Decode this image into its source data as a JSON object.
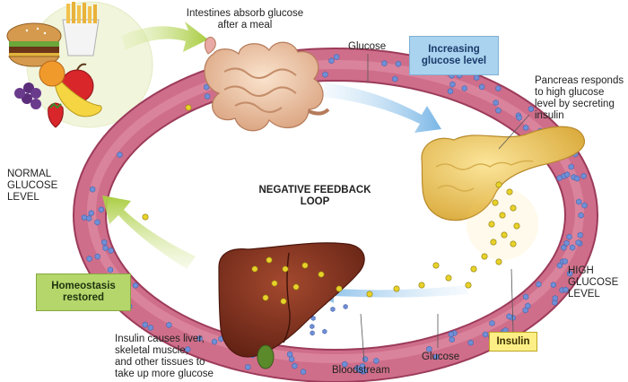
{
  "labels": {
    "intestines": "Intestines absorb glucose\nafter a meal",
    "glucose_top": "Glucose",
    "pancreas": "Pancreas responds\nto high glucose\nlevel by secreting\ninsulin",
    "normal": "NORMAL\nGLUCOSE\nLEVEL",
    "loop": "NEGATIVE FEEDBACK\nLOOP",
    "high": "HIGH\nGLUCOSE\nLEVEL",
    "liver": "Insulin causes liver,\nskeletal muscle,\nand other tissues to\ntake up more glucose",
    "bloodstream": "Bloodstream",
    "glucose_bottom": "Glucose"
  },
  "boxes": {
    "increasing": "Increasing\nglucose level",
    "homeostasis": "Homeostasis\nrestored",
    "insulin": "Insulin"
  },
  "colors": {
    "ring": "#c9627f",
    "ring_dark": "#9c3b5a",
    "glucose": "#6f8fd6",
    "insulin": "#e8d22a",
    "pancreas": "#f1cf68",
    "liver": "#7a2d1c",
    "intestine": "#efc8a6",
    "arrow_green": "#b9d65b",
    "arrow_blue": "#8fc3ea"
  }
}
